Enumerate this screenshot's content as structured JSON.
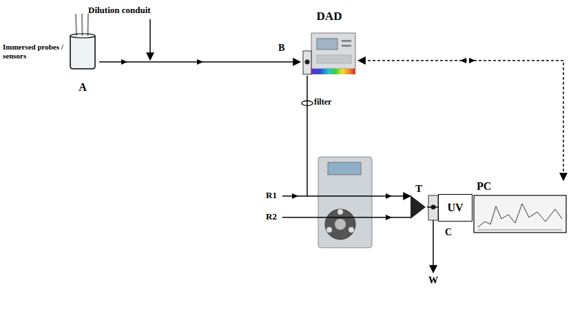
{
  "diagram": {
    "nodes": [
      {
        "text": [
          "A"
        ]
      },
      {
        "text": [
          "DAD"
        ]
      },
      {
        "text": [
          "T"
        ]
      },
      {
        "text": [
          "UV"
        ]
      },
      {
        "text": [
          "PC"
        ]
      }
    ],
    "edges": [
      {
        "from": 0,
        "to": 1,
        "arrow": "to"
      },
      {
        "from": 1,
        "to": 2,
        "arrow": "to"
      },
      {
        "from": 2,
        "to": 3,
        "arrow": "none"
      },
      {
        "from": 1,
        "to": 4,
        "arrow": "both"
      }
    ],
    "labels": [
      "Dilution conduit",
      "Immersed probes / sensors",
      "B",
      "filter",
      "R1",
      "R2",
      "C",
      "W"
    ]
  }
}
